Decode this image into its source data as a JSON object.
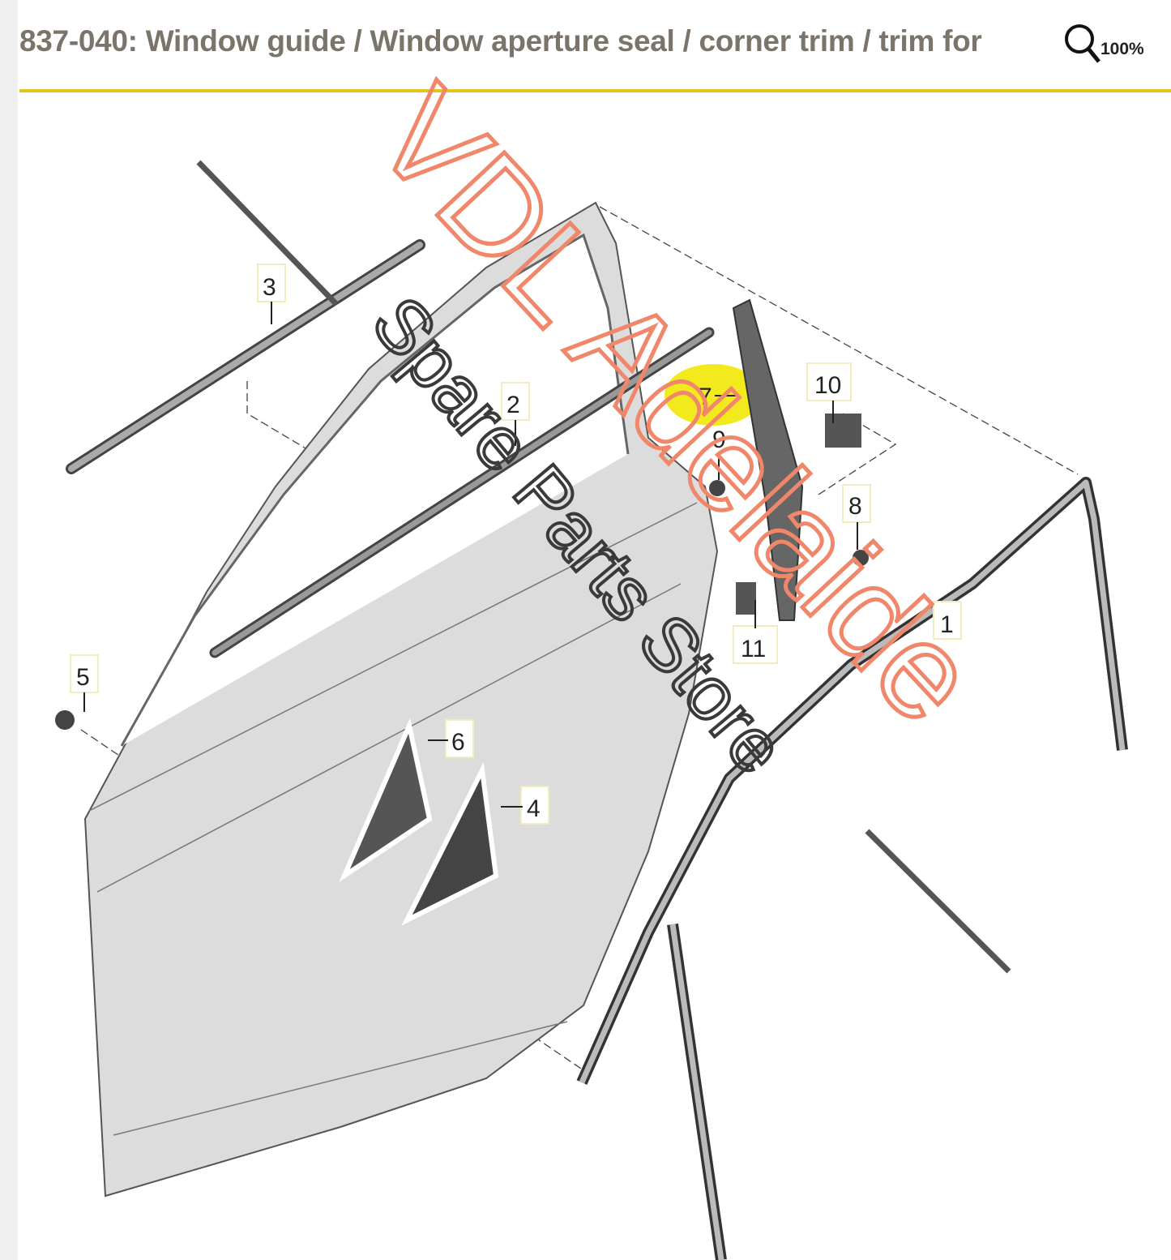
{
  "header": {
    "title": "837-040: Window guide / Window aperture seal / corner trim / trim for pillar b",
    "zoom_level": "100%"
  },
  "diagram": {
    "callouts": [
      "1",
      "2",
      "3",
      "4",
      "5",
      "6",
      "7",
      "8",
      "9",
      "10",
      "11"
    ],
    "highlighted_part": "7",
    "highlight_color": "#f2ea1c",
    "accent_color": "#e6c21b"
  },
  "watermark": {
    "line1": "VDL Adelaide",
    "line2": "Spare Parts Store",
    "color1": "#f0876a",
    "color2": "#3a3a3a"
  }
}
